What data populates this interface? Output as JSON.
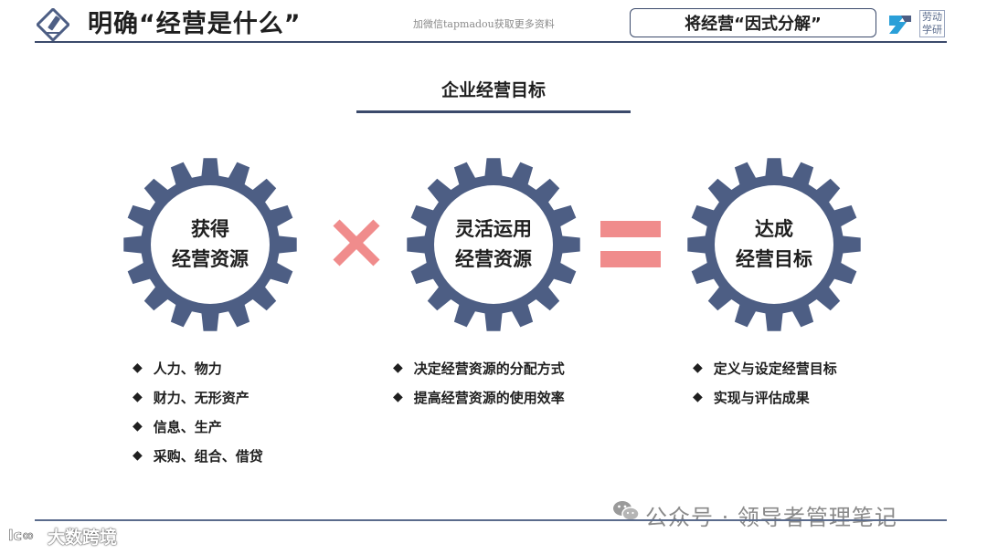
{
  "header": {
    "title": "明确“经营是什么”",
    "watermark": "加微信tapmadou获取更多资料",
    "box_label": "将经营“因式分解”",
    "logo_text": "劳动学研"
  },
  "section": {
    "title": "企业经营目标"
  },
  "gears": [
    {
      "line1": "获得",
      "line2": "经营资源"
    },
    {
      "line1": "灵活运用",
      "line2": "经营资源"
    },
    {
      "line1": "达成",
      "line2": "经营目标"
    }
  ],
  "lists": [
    {
      "items": [
        "人力、物力",
        "财力、无形资产",
        "信息、生产",
        "采购、组合、借贷"
      ]
    },
    {
      "items": [
        "决定经营资源的分配方式",
        "提高经营资源的使用效率"
      ]
    },
    {
      "items": [
        "定义与设定经营目标",
        "实现与评估成果"
      ]
    }
  ],
  "footer": {
    "wechat_text": "公众号 · 领导者管理笔记",
    "corner_text": "大数跨境"
  },
  "colors": {
    "gear": "#4d5e84",
    "accent": "#f08c8c",
    "dark": "#3b4a6b"
  },
  "icons": {
    "bullet": "◆"
  }
}
